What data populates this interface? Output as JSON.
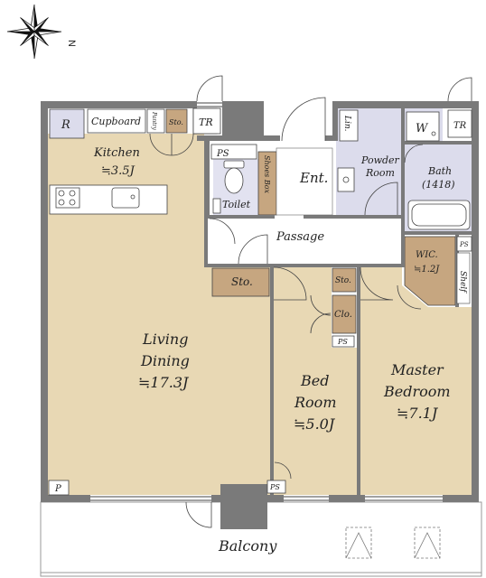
{
  "compass": {
    "north_label": "N"
  },
  "rooms": {
    "kitchen": {
      "name": "Kitchen",
      "size": "≒3.5J"
    },
    "living": {
      "line1": "Living",
      "line2": "Dining",
      "size": "≒17.3J"
    },
    "bedroom": {
      "line1": "Bed",
      "line2": "Room",
      "size": "≒5.0J"
    },
    "master": {
      "line1": "Master",
      "line2": "Bedroom",
      "size": "≒7.1J"
    },
    "bath": {
      "name": "Bath",
      "size": "(1418)"
    },
    "powder": {
      "line1": "Powder",
      "line2": "Room"
    },
    "wic": {
      "name": "WIC.",
      "size": "≒1.2J"
    },
    "entrance": {
      "name": "Ent."
    },
    "toilet": {
      "name": "Toilet"
    },
    "passage": {
      "name": "Passage"
    },
    "balcony": {
      "name": "Balcony"
    }
  },
  "fixtures": {
    "refrigerator": "R",
    "cupboard": "Cupboard",
    "pantry": "Pantry",
    "kitchen_storage": "Sto.",
    "trunk_room_left": "TR",
    "trunk_room_right": "TR",
    "pipe_space_toilet": "PS",
    "shoes_box": "Shoes Box",
    "linen": "Lin.",
    "washer": "W",
    "pipe_space_wic": "PS",
    "shelf": "Shelf",
    "passage_storage": "Sto.",
    "bedroom_storage": "Sto.",
    "closet": "Clo.",
    "pipe_space_bedroom": "PS",
    "pipe_space_bottom": "PS",
    "living_p": "P"
  }
}
